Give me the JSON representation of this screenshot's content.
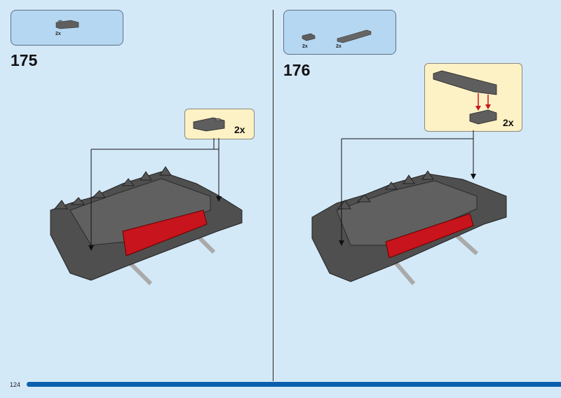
{
  "page_number": "124",
  "steps": [
    {
      "number": "175",
      "parts": [
        {
          "qty": "2x",
          "part": "dark-gray-wedge-plate"
        }
      ],
      "callout": {
        "qty": "2x"
      }
    },
    {
      "number": "176",
      "parts": [
        {
          "qty": "2x",
          "part": "dark-gray-plate-1x2"
        },
        {
          "qty": "2x",
          "part": "dark-gray-wedge-slope"
        }
      ],
      "callout": {
        "qty": "2x"
      }
    }
  ],
  "colors": {
    "background": "#d4e9f8",
    "parts_box": "#b5d7f1",
    "callout": "#fdf1c6",
    "bar": "#0b5fae",
    "brick_gray": "#5a5a5a",
    "brick_red": "#c8141c"
  }
}
